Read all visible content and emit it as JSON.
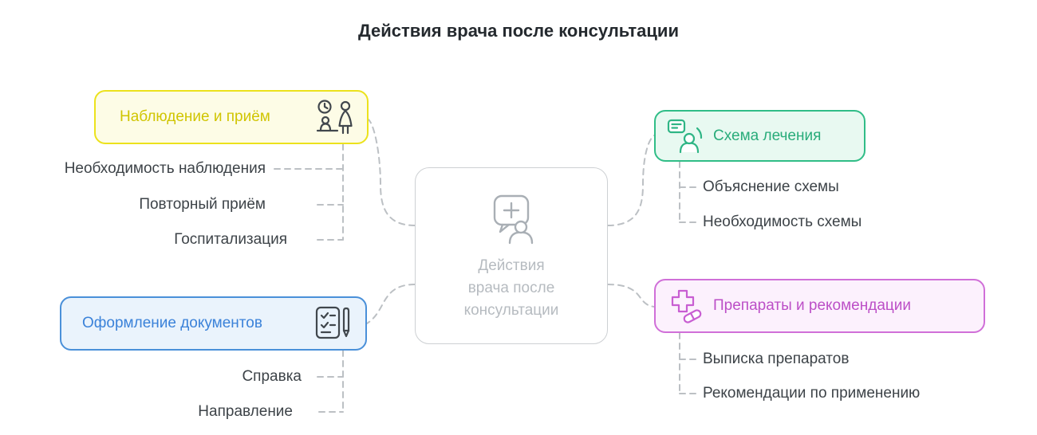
{
  "title": "Действия врача после консультации",
  "center": {
    "lines": [
      "Действия",
      "врача после",
      "консультации"
    ],
    "icon": "chat-medical-person-icon"
  },
  "palette": {
    "connector": "#bcc0c4",
    "center_border": "#cdd0d3",
    "center_text": "#b6bbc0",
    "title_text": "#24292e",
    "item_text": "#3d4348"
  },
  "branches": {
    "observation": {
      "label": "Наблюдение и приём",
      "icon": "clock-reception-person-icon",
      "border_color": "#ece21c",
      "fill_color": "#fdfce6",
      "text_color": "#d0c502",
      "children": [
        "Необходимость наблюдения",
        "Повторный приём",
        "Госпитализация"
      ]
    },
    "documents": {
      "label": "Оформление документов",
      "icon": "checklist-document-pen-icon",
      "border_color": "#4a90d9",
      "fill_color": "#eaf3fc",
      "text_color": "#3b82d9",
      "children": [
        "Справка",
        "Направление"
      ]
    },
    "treatment": {
      "label": "Схема лечения",
      "icon": "card-person-cycle-icon",
      "border_color": "#30bd87",
      "fill_color": "#e8f9f1",
      "text_color": "#29ac7a",
      "children": [
        "Объяснение схемы",
        "Необходимость схемы"
      ]
    },
    "medications": {
      "label": "Препараты и рекомендации",
      "icon": "medical-cross-pill-icon",
      "border_color": "#d06fd8",
      "fill_color": "#fcf1fd",
      "text_color": "#bc4fc7",
      "children": [
        "Выписка препаратов",
        "Рекомендации по применению"
      ]
    }
  }
}
